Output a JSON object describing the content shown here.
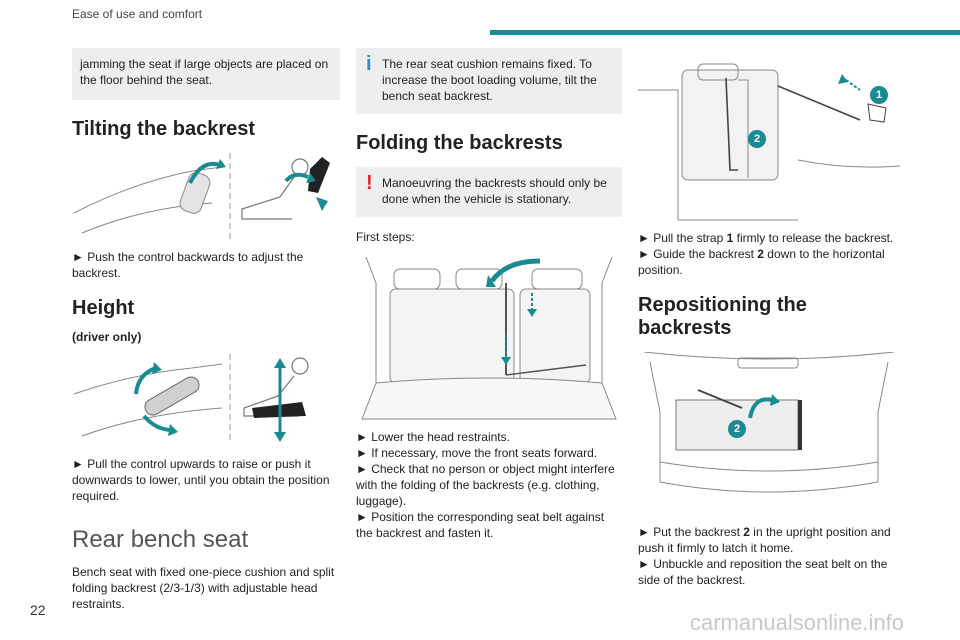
{
  "header": {
    "title": "Ease of use and comfort"
  },
  "page_number": "22",
  "watermark": "carmanualsonline.info",
  "col1": {
    "intro_note": "jamming the seat if large objects are placed on the floor behind the seat.",
    "tilting_heading": "Tilting the backrest",
    "tilting_step": "► Push the control backwards to adjust the backrest.",
    "height_heading": "Height",
    "height_sub": "(driver only)",
    "height_step": "► Pull the control upwards to raise or push it downwards to lower, until you obtain the position required.",
    "rear_heading": "Rear bench seat",
    "rear_text": "Bench seat with fixed one-piece cushion and split folding backrest (2/3-1/3) with adjustable head restraints."
  },
  "col2": {
    "info_icon": "i",
    "info_note": "The rear seat cushion remains fixed. To increase the boot loading volume, tilt the bench seat backrest.",
    "folding_heading": "Folding the backrests",
    "warn_icon": "!",
    "warn_note": "Manoeuvring the backrests should only be done when the vehicle is stationary.",
    "first_steps": "First steps:",
    "steps": [
      "► Lower the head restraints.",
      "► If necessary, move the front seats forward.",
      "► Check that no person or object might interfere with the folding of the backrests (e.g. clothing, luggage).",
      "► Position the corresponding seat belt against the backrest and fasten it."
    ]
  },
  "col3": {
    "fig_label_1": "1",
    "fig_label_2": "2",
    "steps_a": [
      {
        "pre": "► Pull the strap ",
        "num": "1",
        "post": " firmly to release the backrest."
      },
      {
        "pre": "► Guide the backrest ",
        "num": "2",
        "post": " down to the horizontal position."
      }
    ],
    "repositioning_heading": "Repositioning the backrests",
    "fig2_label": "2",
    "steps_b": [
      {
        "pre": "► Put the backrest ",
        "num": "2",
        "post": " in the upright position and push it firmly to latch it home."
      },
      {
        "pre": "► Unbuckle and reposition the seat belt on the side of the backrest.",
        "num": "",
        "post": ""
      }
    ]
  },
  "colors": {
    "accent": "#1a8a93",
    "info": "#2d8fc8",
    "warning": "#e32430",
    "note_bg": "#eceeef"
  }
}
